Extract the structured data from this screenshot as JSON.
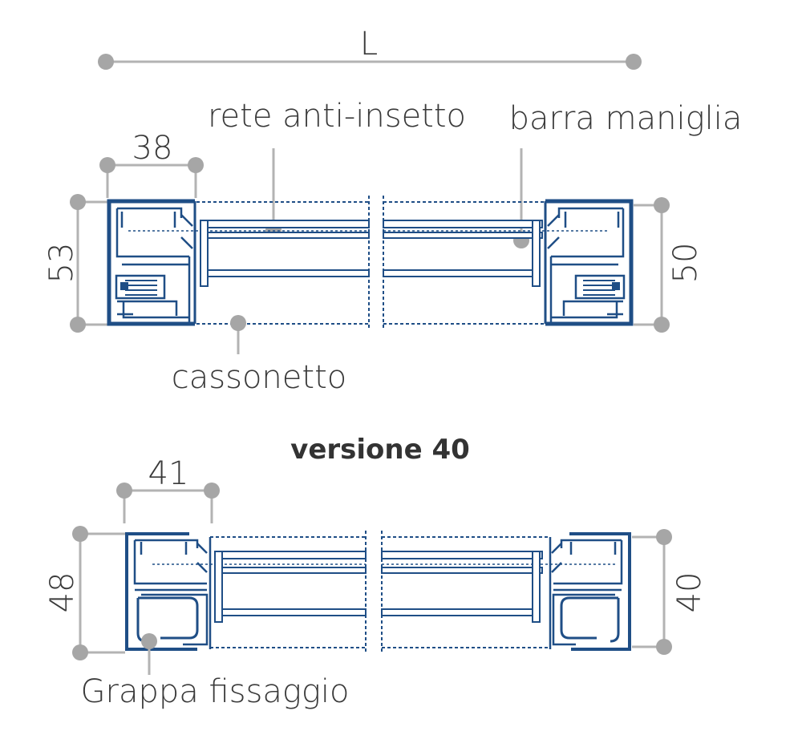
{
  "diagram": {
    "dimension_total": "L",
    "labels": {
      "net": "rete anti-insetto",
      "handle_bar": "barra maniglia",
      "box": "cassonetto",
      "bracket": "Grappa fissaggio"
    },
    "standard": {
      "width_left": "38",
      "height_left": "53",
      "height_right": "50"
    },
    "version40": {
      "title": "versione 40",
      "width_left": "41",
      "height_left": "48",
      "height_right": "40"
    },
    "colors": {
      "profile": "#1f4e86",
      "dimension": "#b3b3b3",
      "text": "#3a3a3a"
    }
  }
}
